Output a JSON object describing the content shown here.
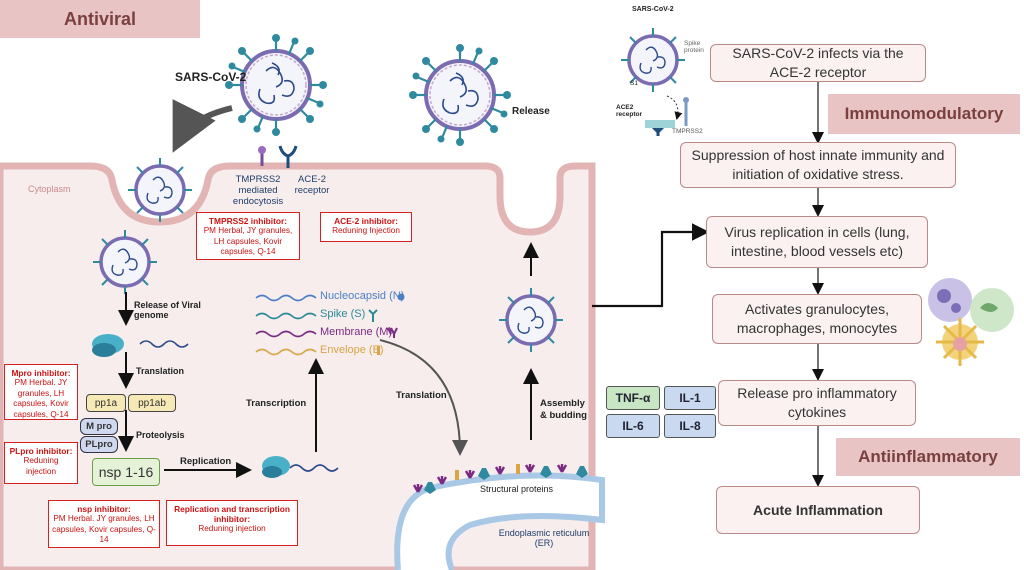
{
  "headers": {
    "antiviral": "Antiviral",
    "immunomodulatory": "Immunomodulatory",
    "antiinflammatory": "Antiinflammatory"
  },
  "virus_labels": {
    "sars_cov2": "SARS-CoV-2",
    "release": "Release",
    "inset_title": "SARS-CoV-2",
    "spike_protein": "Spike protein",
    "s1": "S1",
    "ace2_receptor": "ACE2 receptor",
    "tmprss2": "TMPRSS2"
  },
  "cell": {
    "cytoplasm": "Cytoplasm",
    "tmprss2_mediated": "TMPRSS2 mediated endocytosis",
    "ace2_receptor": "ACE-2 receptor",
    "release_genome": "Release of Viral genome",
    "translation_left": "Translation",
    "pp1a": "pp1a",
    "pp1ab": "pp1ab",
    "mpro": "M pro",
    "plpro": "PLpro",
    "proteolysis": "Proteolysis",
    "nsp": "nsp 1-16",
    "replication": "Replication",
    "transcription": "Transcription",
    "translation_right": "Translation",
    "assembly": "Assembly & budding",
    "structural": "Structural proteins",
    "er": "Endoplasmic reticulum (ER)"
  },
  "genes": [
    {
      "label": "Nucleocapsid (N)",
      "color": "#4a7fc6"
    },
    {
      "label": "Spike (S)",
      "color": "#2a8a96"
    },
    {
      "label": "Membrane (M)",
      "color": "#7a2a82"
    },
    {
      "label": "Envelope (E)",
      "color": "#d9a545"
    }
  ],
  "inhibitors": {
    "tmprss2": {
      "title": "TMPRSS2 inhibitor:",
      "body": "PM Herbal, JY granules, LH capsules, Kovir capsules, Q-14"
    },
    "ace2": {
      "title": "ACE-2 inhibitor:",
      "body": "Reduning Injection"
    },
    "mpro": {
      "title": "Mpro inhibitor:",
      "body": "PM Herbal. JY granules, LH capsules, Kovir capsules, Q-14"
    },
    "plpro": {
      "title": "PLpro inhibitor:",
      "body": "Reduning injection"
    },
    "nsp": {
      "title": "nsp inhibitor:",
      "body": "PM Herbal. JY granules, LH capsules, Kovir capsules, Q-14"
    },
    "replication": {
      "title": "Replication and transcription inhibitor:",
      "body": "Reduning injection"
    }
  },
  "flow": [
    "SARS-CoV-2 infects via the ACE-2 receptor",
    "Suppression of host innate immunity and initiation of oxidative stress.",
    "Virus replication in cells (lung, intestine, blood vessels etc)",
    "Activates granulocytes, macrophages, monocytes",
    "Release pro inflammatory cytokines",
    "Acute Inflammation"
  ],
  "cytokines": [
    {
      "label": "TNF-α",
      "color": "#c8e6c4"
    },
    {
      "label": "IL-1",
      "color": "#c9daf0"
    },
    {
      "label": "IL-6",
      "color": "#c9daf0"
    },
    {
      "label": "IL-8",
      "color": "#c9daf0"
    }
  ]
}
